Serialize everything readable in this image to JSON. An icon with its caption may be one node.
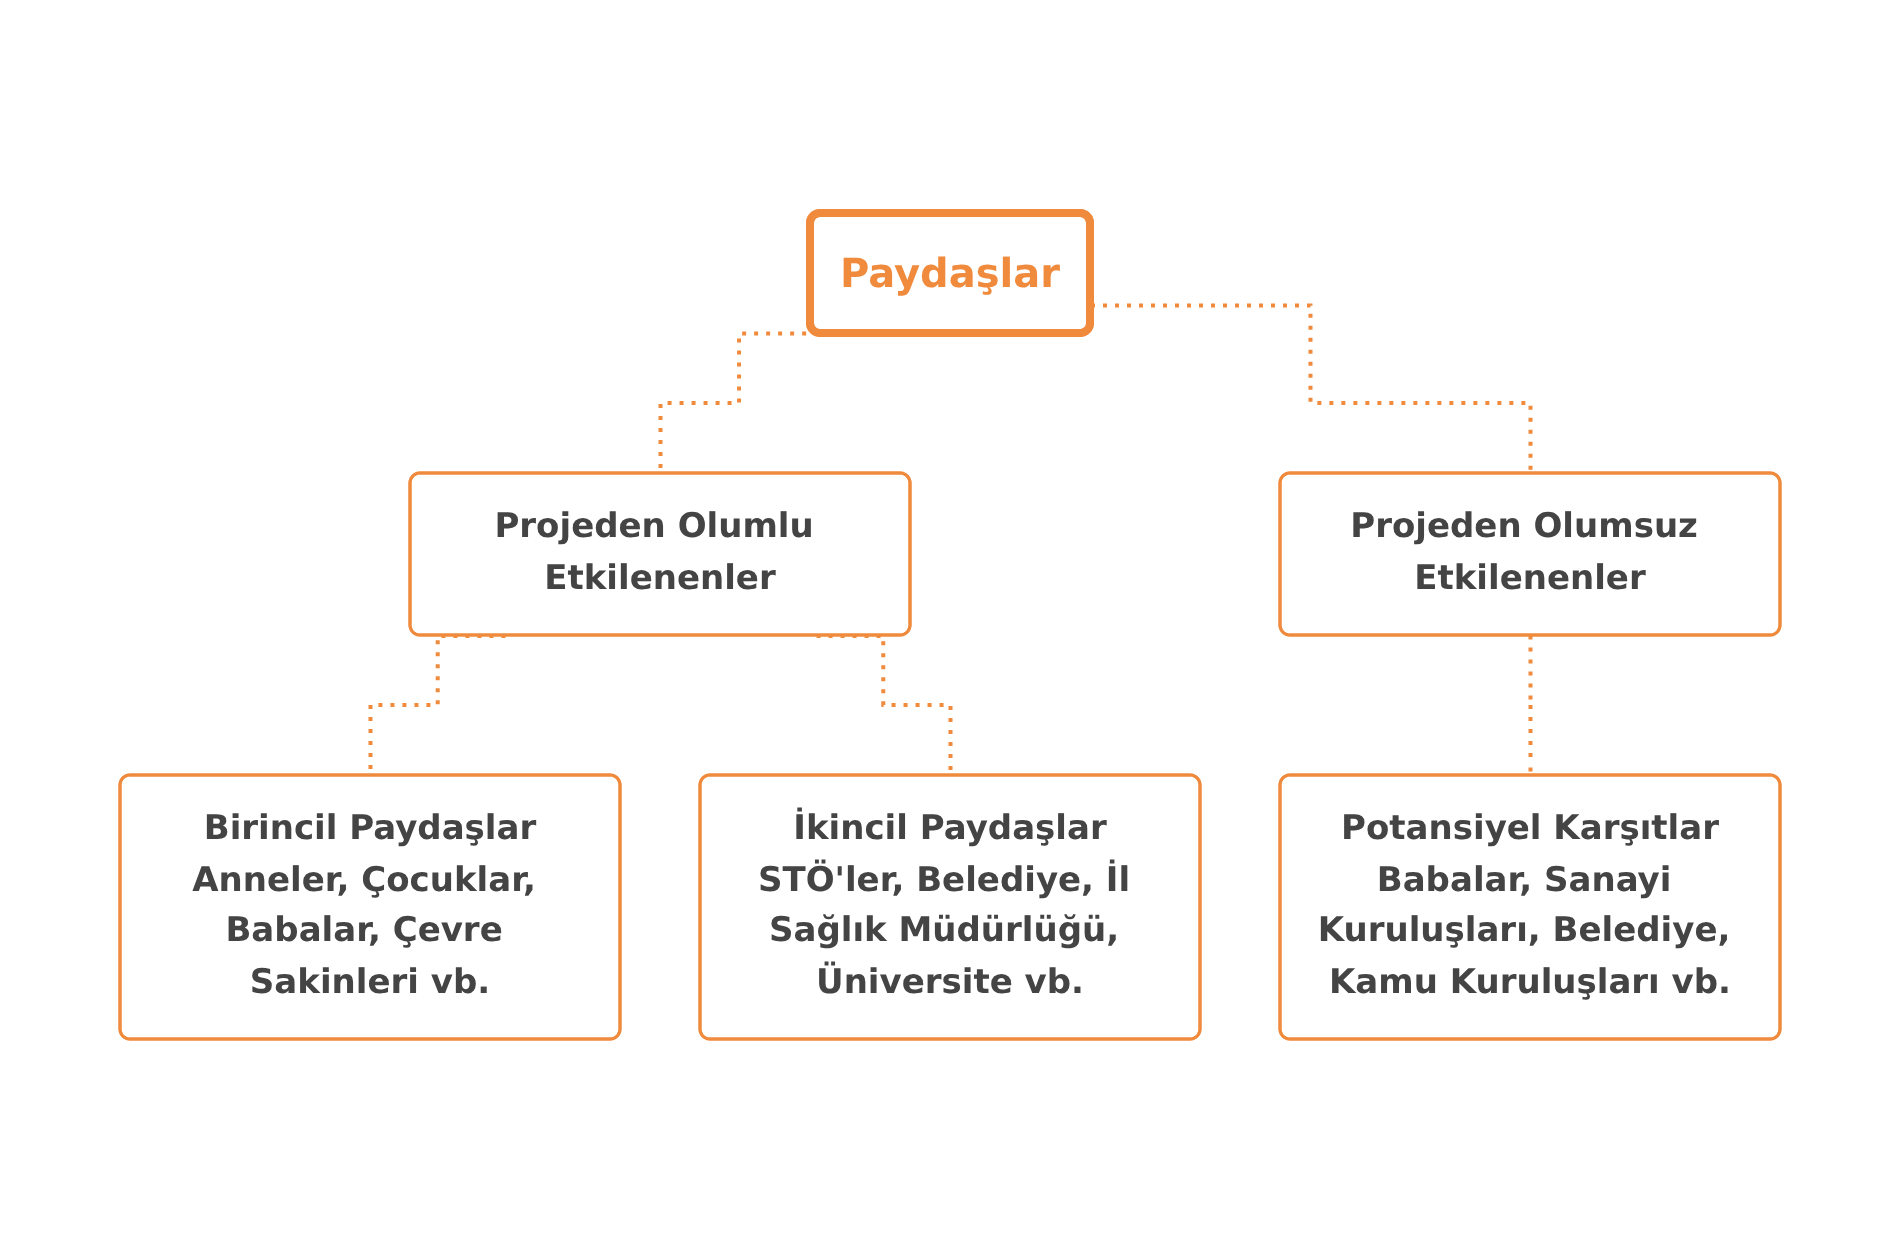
{
  "diagram": {
    "nodes": [
      {
        "text": [
          "Paydaşlar"
        ]
      },
      {
        "text": [
          "Projeden Olumlu Etkilenenler"
        ]
      },
      {
        "text": [
          "Projeden Olumsuz Etkilenenler"
        ]
      },
      {
        "text": [
          "Birincil Paydaşlar",
          "Anneler, Çocuklar, Babalar, Çevre Sakinleri vb."
        ]
      },
      {
        "text": [
          "İkincil Paydaşlar",
          "STÖ'ler, Belediye, İl Sağlık Müdürlüğü, Üniversite vb."
        ]
      },
      {
        "text": [
          "Potansiyel Karşıtlar",
          "Babalar, Sanayi Kuruluşları, Belediye, Kamu Kuruluşları vb."
        ]
      }
    ],
    "edges": [
      {
        "from": 0,
        "to": 1,
        "arrow": "none",
        "style": "dashed"
      },
      {
        "from": 0,
        "to": 2,
        "arrow": "none",
        "style": "dashed"
      },
      {
        "from": 1,
        "to": 3,
        "arrow": "none",
        "style": "dashed"
      },
      {
        "from": 1,
        "to": 4,
        "arrow": "none",
        "style": "dashed"
      },
      {
        "from": 2,
        "to": 5,
        "arrow": "none",
        "style": "dashed"
      }
    ]
  }
}
